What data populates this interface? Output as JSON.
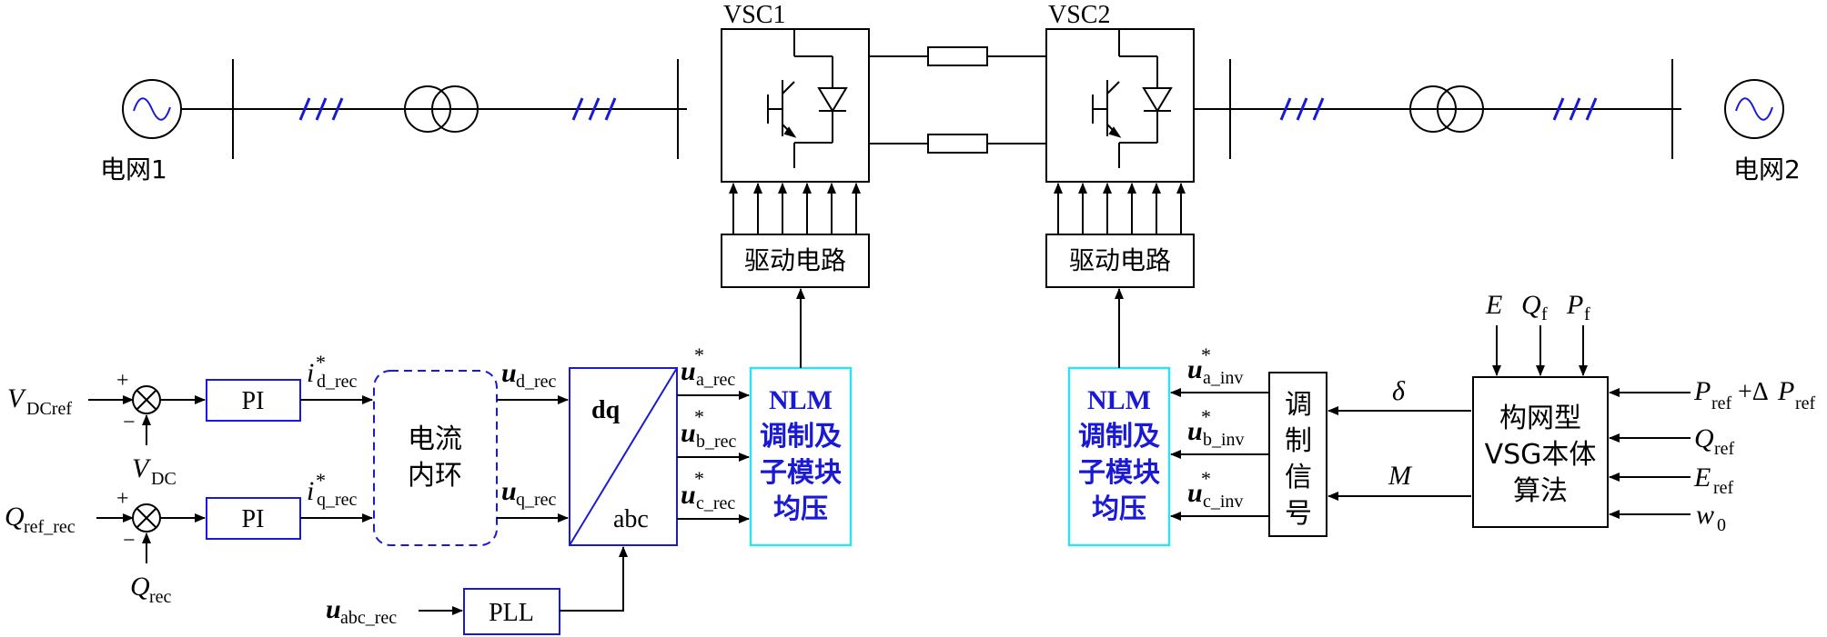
{
  "grid": {
    "left": "电网1",
    "right": "电网2"
  },
  "converters": {
    "vsc1": "VSC1",
    "vsc2": "VSC2"
  },
  "drive": {
    "left": "驱动电路",
    "right": "驱动电路"
  },
  "rectifier": {
    "v_ref": "V",
    "v_ref_sub": "DCref",
    "v_fb": "V",
    "v_fb_sub": "DC",
    "q_ref": "Q",
    "q_ref_sub": "ref_rec",
    "q_fb": "Q",
    "q_fb_sub": "rec",
    "plus": "+",
    "minus": "−",
    "pi_label": "PI",
    "id_ref": "i",
    "id_ref_sub": "d_rec",
    "iq_ref": "i",
    "iq_ref_sub": "q_rec",
    "star": "*",
    "current_loop_line1": "电流",
    "current_loop_line2": "内环",
    "ud": "u",
    "ud_sub": "d_rec",
    "uq": "u",
    "uq_sub": "q_rec",
    "dq": "dq",
    "abc": "abc",
    "ua": "u",
    "ua_sub": "a_rec",
    "ub": "u",
    "ub_sub": "b_rec",
    "uc": "u",
    "uc_sub": "c_rec",
    "uabc": "u",
    "uabc_sub": "abc_rec",
    "pll": "PLL"
  },
  "nlm": {
    "line1": "NLM",
    "line2": "调制及",
    "line3": "子模块",
    "line4": "均压"
  },
  "inverter": {
    "ua": "u",
    "ua_sub": "a_inv",
    "ub": "u",
    "ub_sub": "b_inv",
    "uc": "u",
    "uc_sub": "c_inv",
    "mod_chars": [
      "调",
      "制",
      "信",
      "号"
    ],
    "delta": "δ",
    "m": "M",
    "vsg_line1": "构网型",
    "vsg_line2": "VSG本体",
    "vsg_line3": "算法",
    "e_in": "E",
    "qf": "Q",
    "qf_sub": "f",
    "pf": "P",
    "pf_sub": "f",
    "pref_a": "P",
    "pref_a_sub": "ref",
    "pref_b": "+Δ",
    "pref_c": "P",
    "pref_c_sub": "ref",
    "qref": "Q",
    "qref_sub": "ref",
    "eref": "E",
    "eref_sub": "ref",
    "w0": "w",
    "w0_sub": "0"
  }
}
